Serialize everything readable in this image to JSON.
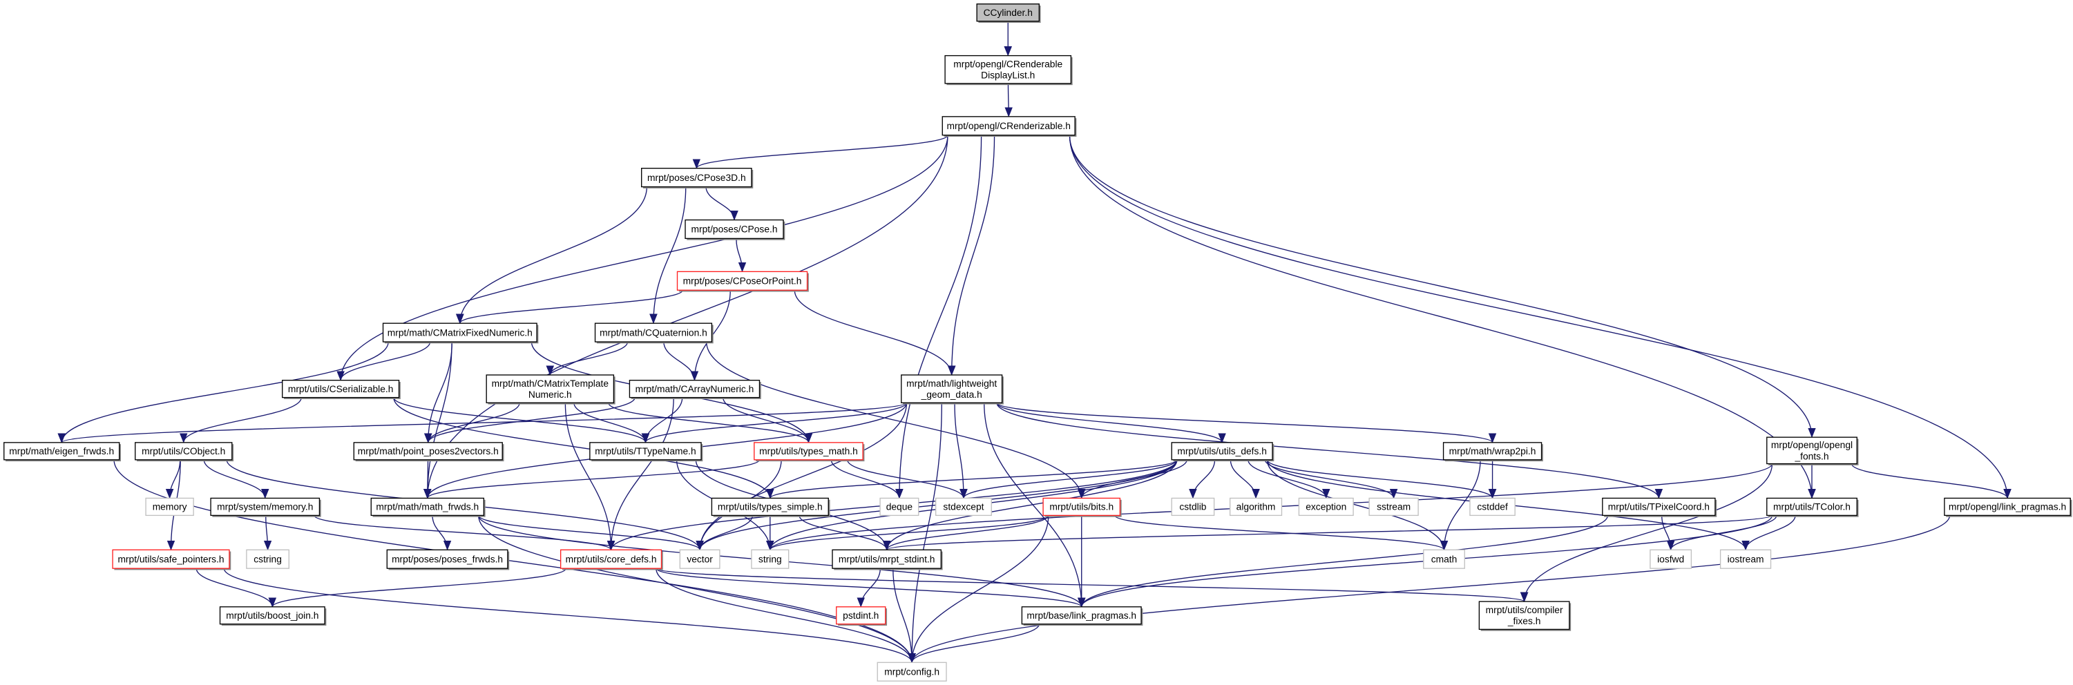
{
  "title": "CCylinder.h",
  "colors": {
    "edge": "#191970",
    "missing_border": "#ff2020",
    "system_border": "#c0c0c0",
    "root_fill": "#bfbfbf"
  },
  "nodes": [
    {
      "id": "cyl",
      "label": "CCylinder.h",
      "style": "root"
    },
    {
      "id": "rdl",
      "label": "mrpt/opengl/CRenderable\nDisplayList.h",
      "style": "normal"
    },
    {
      "id": "rend",
      "label": "mrpt/opengl/CRenderizable.h",
      "style": "normal"
    },
    {
      "id": "pose3d",
      "label": "mrpt/poses/CPose3D.h",
      "style": "normal"
    },
    {
      "id": "pose",
      "label": "mrpt/poses/CPose.h",
      "style": "normal"
    },
    {
      "id": "pop",
      "label": "mrpt/poses/CPoseOrPoint.h",
      "style": "red"
    },
    {
      "id": "cmfn",
      "label": "mrpt/math/CMatrixFixedNumeric.h",
      "style": "normal"
    },
    {
      "id": "quat",
      "label": "mrpt/math/CQuaternion.h",
      "style": "normal"
    },
    {
      "id": "cser",
      "label": "mrpt/utils/CSerializable.h",
      "style": "normal"
    },
    {
      "id": "cmtn",
      "label": "mrpt/math/CMatrixTemplate\nNumeric.h",
      "style": "normal"
    },
    {
      "id": "carr",
      "label": "mrpt/math/CArrayNumeric.h",
      "style": "normal"
    },
    {
      "id": "lgd",
      "label": "mrpt/math/lightweight\n_geom_data.h",
      "style": "normal"
    },
    {
      "id": "eig",
      "label": "mrpt/math/eigen_frwds.h",
      "style": "normal"
    },
    {
      "id": "cobj",
      "label": "mrpt/utils/CObject.h",
      "style": "normal"
    },
    {
      "id": "pp2v",
      "label": "mrpt/math/point_poses2vectors.h",
      "style": "normal"
    },
    {
      "id": "ttn",
      "label": "mrpt/utils/TTypeName.h",
      "style": "normal"
    },
    {
      "id": "tmath",
      "label": "mrpt/utils/types_math.h",
      "style": "red"
    },
    {
      "id": "udefs",
      "label": "mrpt/utils/utils_defs.h",
      "style": "normal"
    },
    {
      "id": "wrap",
      "label": "mrpt/math/wrap2pi.h",
      "style": "normal"
    },
    {
      "id": "fonts",
      "label": "mrpt/opengl/opengl\n_fonts.h",
      "style": "normal"
    },
    {
      "id": "memory",
      "label": "memory",
      "style": "gray"
    },
    {
      "id": "smem",
      "label": "mrpt/system/memory.h",
      "style": "normal"
    },
    {
      "id": "mfr",
      "label": "mrpt/math/math_frwds.h",
      "style": "normal"
    },
    {
      "id": "tsimp",
      "label": "mrpt/utils/types_simple.h",
      "style": "normal"
    },
    {
      "id": "deque",
      "label": "deque",
      "style": "gray"
    },
    {
      "id": "stdexc",
      "label": "stdexcept",
      "style": "gray"
    },
    {
      "id": "bits",
      "label": "mrpt/utils/bits.h",
      "style": "red"
    },
    {
      "id": "cstdlib",
      "label": "cstdlib",
      "style": "gray"
    },
    {
      "id": "algo",
      "label": "algorithm",
      "style": "gray"
    },
    {
      "id": "excp",
      "label": "exception",
      "style": "gray"
    },
    {
      "id": "sstream",
      "label": "sstream",
      "style": "gray"
    },
    {
      "id": "cstddef",
      "label": "cstddef",
      "style": "gray"
    },
    {
      "id": "tpix",
      "label": "mrpt/utils/TPixelCoord.h",
      "style": "normal"
    },
    {
      "id": "tcolor",
      "label": "mrpt/utils/TColor.h",
      "style": "normal"
    },
    {
      "id": "oglp",
      "label": "mrpt/opengl/link_pragmas.h",
      "style": "normal"
    },
    {
      "id": "safe",
      "label": "mrpt/utils/safe_pointers.h",
      "style": "red"
    },
    {
      "id": "cstring",
      "label": "cstring",
      "style": "gray"
    },
    {
      "id": "posef",
      "label": "mrpt/poses/poses_frwds.h",
      "style": "normal"
    },
    {
      "id": "cored",
      "label": "mrpt/utils/core_defs.h",
      "style": "red"
    },
    {
      "id": "vector",
      "label": "vector",
      "style": "gray"
    },
    {
      "id": "string",
      "label": "string",
      "style": "gray"
    },
    {
      "id": "stdint",
      "label": "mrpt/utils/mrpt_stdint.h",
      "style": "normal"
    },
    {
      "id": "cmath",
      "label": "cmath",
      "style": "gray"
    },
    {
      "id": "iosfwd",
      "label": "iosfwd",
      "style": "gray"
    },
    {
      "id": "iostream",
      "label": "iostream",
      "style": "gray"
    },
    {
      "id": "boost",
      "label": "mrpt/utils/boost_join.h",
      "style": "normal"
    },
    {
      "id": "pstdint",
      "label": "pstdint.h",
      "style": "red"
    },
    {
      "id": "blp",
      "label": "mrpt/base/link_pragmas.h",
      "style": "normal"
    },
    {
      "id": "compiler",
      "label": "mrpt/utils/compiler\n_fixes.h",
      "style": "normal"
    },
    {
      "id": "config",
      "label": "mrpt/config.h",
      "style": "gray"
    }
  ],
  "edges": [
    [
      "cyl",
      "rdl"
    ],
    [
      "rdl",
      "rend"
    ],
    [
      "rend",
      "pose3d"
    ],
    [
      "rend",
      "cser"
    ],
    [
      "rend",
      "mfr"
    ],
    [
      "rend",
      "lgd"
    ],
    [
      "rend",
      "deque"
    ],
    [
      "rend",
      "tcolor"
    ],
    [
      "rend",
      "fonts"
    ],
    [
      "rend",
      "oglp"
    ],
    [
      "pose3d",
      "pose"
    ],
    [
      "pose3d",
      "cmfn"
    ],
    [
      "pose3d",
      "quat"
    ],
    [
      "pose",
      "pop"
    ],
    [
      "pop",
      "cmfn"
    ],
    [
      "pop",
      "carr"
    ],
    [
      "pop",
      "lgd"
    ],
    [
      "cmfn",
      "cser"
    ],
    [
      "cmfn",
      "eig"
    ],
    [
      "cmfn",
      "pp2v"
    ],
    [
      "cmfn",
      "mfr"
    ],
    [
      "cmfn",
      "tmath"
    ],
    [
      "quat",
      "cmtn"
    ],
    [
      "quat",
      "carr"
    ],
    [
      "quat",
      "bits"
    ],
    [
      "cser",
      "cobj"
    ],
    [
      "cser",
      "ttn"
    ],
    [
      "cser",
      "tsimp"
    ],
    [
      "cmtn",
      "pp2v"
    ],
    [
      "cmtn",
      "ttn"
    ],
    [
      "cmtn",
      "tmath"
    ],
    [
      "cmtn",
      "cored"
    ],
    [
      "carr",
      "ttn"
    ],
    [
      "carr",
      "tmath"
    ],
    [
      "carr",
      "pp2v"
    ],
    [
      "carr",
      "cored"
    ],
    [
      "lgd",
      "eig"
    ],
    [
      "lgd",
      "ttn"
    ],
    [
      "lgd",
      "mfr"
    ],
    [
      "lgd",
      "udefs"
    ],
    [
      "lgd",
      "wrap"
    ],
    [
      "lgd",
      "tpix"
    ],
    [
      "lgd",
      "stdexc"
    ],
    [
      "lgd",
      "vector"
    ],
    [
      "lgd",
      "blp"
    ],
    [
      "lgd",
      "config"
    ],
    [
      "cobj",
      "memory"
    ],
    [
      "cobj",
      "smem"
    ],
    [
      "cobj",
      "safe"
    ],
    [
      "cobj",
      "vector"
    ],
    [
      "smem",
      "cstring"
    ],
    [
      "smem",
      "cored"
    ],
    [
      "pp2v",
      "mfr"
    ],
    [
      "ttn",
      "string"
    ],
    [
      "ttn",
      "stdint"
    ],
    [
      "tmath",
      "mfr"
    ],
    [
      "tmath",
      "vector"
    ],
    [
      "tmath",
      "deque"
    ],
    [
      "tmath",
      "stdexc"
    ],
    [
      "eig",
      "config"
    ],
    [
      "udefs",
      "cored"
    ],
    [
      "udefs",
      "tsimp"
    ],
    [
      "udefs",
      "bits"
    ],
    [
      "udefs",
      "cstdlib"
    ],
    [
      "udefs",
      "algo"
    ],
    [
      "udefs",
      "excp"
    ],
    [
      "udefs",
      "sstream"
    ],
    [
      "udefs",
      "cmath"
    ],
    [
      "udefs",
      "cstddef"
    ],
    [
      "udefs",
      "iostream"
    ],
    [
      "udefs",
      "string"
    ],
    [
      "udefs",
      "vector"
    ],
    [
      "udefs",
      "stdexc"
    ],
    [
      "udefs",
      "stdint"
    ],
    [
      "wrap",
      "cstddef"
    ],
    [
      "wrap",
      "cmath"
    ],
    [
      "mfr",
      "posef"
    ],
    [
      "mfr",
      "config"
    ],
    [
      "mfr",
      "vector"
    ],
    [
      "mfr",
      "blp"
    ],
    [
      "tsimp",
      "vector"
    ],
    [
      "tsimp",
      "string"
    ],
    [
      "tsimp",
      "stdint"
    ],
    [
      "bits",
      "string"
    ],
    [
      "bits",
      "stdint"
    ],
    [
      "bits",
      "config"
    ],
    [
      "bits",
      "blp"
    ],
    [
      "bits",
      "cmath"
    ],
    [
      "safe",
      "boost"
    ],
    [
      "safe",
      "config"
    ],
    [
      "cored",
      "boost"
    ],
    [
      "cored",
      "config"
    ],
    [
      "cored",
      "blp"
    ],
    [
      "cored",
      "compiler"
    ],
    [
      "stdint",
      "pstdint"
    ],
    [
      "stdint",
      "config"
    ],
    [
      "blp",
      "config"
    ],
    [
      "tpix",
      "iosfwd"
    ],
    [
      "tpix",
      "blp"
    ],
    [
      "tcolor",
      "iosfwd"
    ],
    [
      "tcolor",
      "iostream"
    ],
    [
      "tcolor",
      "stdint"
    ],
    [
      "tcolor",
      "blp"
    ],
    [
      "fonts",
      "tcolor"
    ],
    [
      "fonts",
      "oglp"
    ],
    [
      "fonts",
      "compiler"
    ],
    [
      "fonts",
      "string"
    ],
    [
      "oglp",
      "config"
    ]
  ]
}
